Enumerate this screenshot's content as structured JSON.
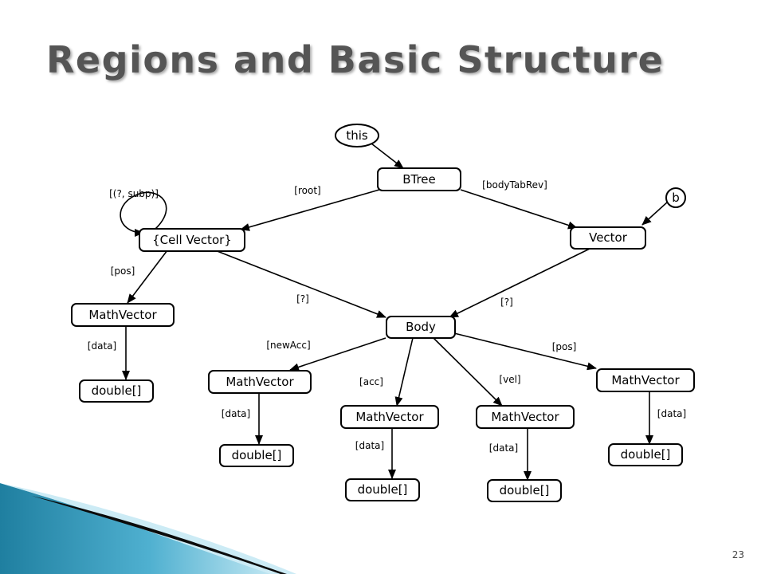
{
  "slide": {
    "title": "Regions and Basic Structure",
    "page_number": "23"
  },
  "diagram": {
    "nodes": {
      "this": "this",
      "b": "b",
      "btree": "BTree",
      "cell_vector": "{Cell Vector}",
      "vector": "Vector",
      "mathvector_left": "MathVector",
      "double_left": "double[]",
      "body": "Body",
      "mathvector_newacc": "MathVector",
      "double_newacc": "double[]",
      "mathvector_acc": "MathVector",
      "double_acc": "double[]",
      "mathvector_vel": "MathVector",
      "double_vel": "double[]",
      "mathvector_pos": "MathVector",
      "double_pos": "double[]"
    },
    "edges": {
      "self_loop": "[(?, subp)]",
      "root": "[root]",
      "body_tab_rev": "[bodyTabRev]",
      "pos_left": "[pos]",
      "cell_to_body": "[?]",
      "vector_to_body": "[?]",
      "data_left": "[data]",
      "new_acc": "[newAcc]",
      "acc": "[acc]",
      "vel": "[vel]",
      "pos_right": "[pos]",
      "data_newacc": "[data]",
      "data_acc": "[data]",
      "data_vel": "[data]",
      "data_pos": "[data]"
    }
  },
  "colors": {
    "title": "#555555",
    "accent_teal": "#1f7fa0",
    "accent_light": "#8fd0e6",
    "accent_dark": "#0b0b0b"
  }
}
